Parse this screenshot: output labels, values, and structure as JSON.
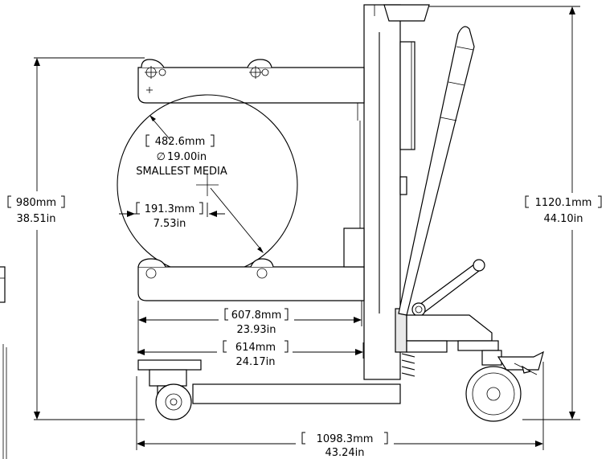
{
  "dimensions": {
    "height_arms": {
      "metric": "980mm",
      "imperial": "38.51in"
    },
    "height_total": {
      "metric": "1120.1mm",
      "imperial": "44.10in"
    },
    "media_diameter": {
      "metric": "482.6mm",
      "imperial": "19.00in",
      "symbol": "∅",
      "note": "SMALLEST MEDIA"
    },
    "core_offset": {
      "metric": "191.3mm",
      "imperial": "7.53in"
    },
    "arm_length": {
      "metric": "607.8mm",
      "imperial": "23.93in"
    },
    "leg_length": {
      "metric": "614mm",
      "imperial": "24.17in"
    },
    "overall_length": {
      "metric": "1098.3mm",
      "imperial": "43.24in"
    }
  }
}
